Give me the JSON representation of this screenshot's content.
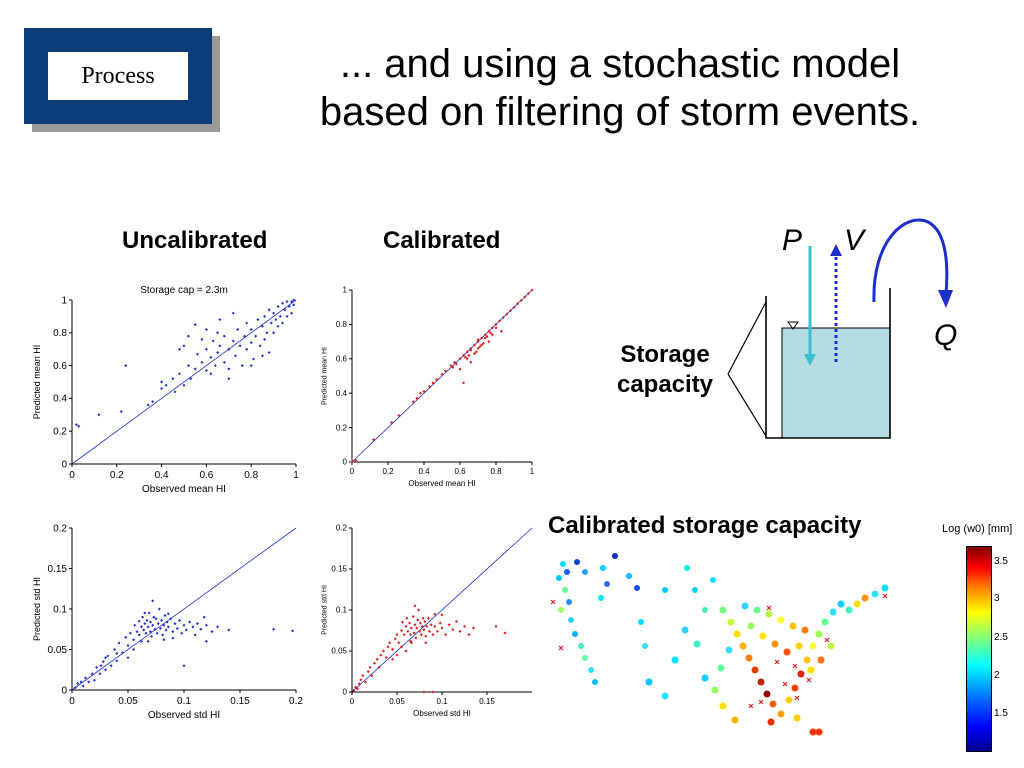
{
  "slide": {
    "process_label": "Process",
    "headline_line1": "... and using a stochastic model",
    "headline_line2": "based on filtering of storm events.",
    "uncalibrated_label": "Uncalibrated",
    "calibrated_label": "Calibrated",
    "storage_label_line1": "Storage",
    "storage_label_line2": "capacity",
    "map_title": "Calibrated storage capacity",
    "diagram": {
      "p_label": "P",
      "v_label": "V",
      "q_label": "Q"
    },
    "colorbar": {
      "title": "Log (w0) [mm]",
      "ticks": [
        "3.5",
        "3",
        "2.5",
        "2",
        "1.5"
      ]
    }
  },
  "chart_data": [
    {
      "id": "uncal-mean",
      "type": "scatter",
      "title": "Storage cap = 2.3m",
      "xlabel": "Observed mean HI",
      "ylabel": "Predicted mean HI",
      "xlim": [
        0,
        1
      ],
      "ylim": [
        0,
        1
      ],
      "xticks": [
        "0",
        "0.2",
        "0.4",
        "0.6",
        "0.8",
        "1"
      ],
      "yticks": [
        "0",
        "0.2",
        "0.4",
        "0.6",
        "0.8",
        "1"
      ],
      "color": "#1f2fd0",
      "points": [
        [
          0.02,
          0.24
        ],
        [
          0.03,
          0.23
        ],
        [
          0.12,
          0.3
        ],
        [
          0.22,
          0.32
        ],
        [
          0.24,
          0.6
        ],
        [
          0.34,
          0.36
        ],
        [
          0.36,
          0.38
        ],
        [
          0.4,
          0.46
        ],
        [
          0.42,
          0.48
        ],
        [
          0.45,
          0.52
        ],
        [
          0.46,
          0.44
        ],
        [
          0.48,
          0.55
        ],
        [
          0.5,
          0.48
        ],
        [
          0.52,
          0.6
        ],
        [
          0.53,
          0.52
        ],
        [
          0.55,
          0.58
        ],
        [
          0.56,
          0.67
        ],
        [
          0.58,
          0.62
        ],
        [
          0.6,
          0.57
        ],
        [
          0.6,
          0.7
        ],
        [
          0.62,
          0.65
        ],
        [
          0.63,
          0.75
        ],
        [
          0.64,
          0.6
        ],
        [
          0.65,
          0.68
        ],
        [
          0.66,
          0.72
        ],
        [
          0.68,
          0.62
        ],
        [
          0.68,
          0.78
        ],
        [
          0.7,
          0.7
        ],
        [
          0.7,
          0.58
        ],
        [
          0.72,
          0.75
        ],
        [
          0.73,
          0.66
        ],
        [
          0.74,
          0.82
        ],
        [
          0.75,
          0.72
        ],
        [
          0.76,
          0.6
        ],
        [
          0.77,
          0.78
        ],
        [
          0.78,
          0.7
        ],
        [
          0.78,
          0.86
        ],
        [
          0.8,
          0.74
        ],
        [
          0.8,
          0.82
        ],
        [
          0.81,
          0.64
        ],
        [
          0.82,
          0.78
        ],
        [
          0.83,
          0.88
        ],
        [
          0.84,
          0.72
        ],
        [
          0.85,
          0.84
        ],
        [
          0.86,
          0.9
        ],
        [
          0.86,
          0.76
        ],
        [
          0.87,
          0.8
        ],
        [
          0.88,
          0.94
        ],
        [
          0.88,
          0.68
        ],
        [
          0.89,
          0.86
        ],
        [
          0.9,
          0.92
        ],
        [
          0.9,
          0.8
        ],
        [
          0.91,
          0.88
        ],
        [
          0.92,
          0.96
        ],
        [
          0.92,
          0.84
        ],
        [
          0.93,
          0.9
        ],
        [
          0.94,
          0.98
        ],
        [
          0.94,
          0.86
        ],
        [
          0.95,
          0.94
        ],
        [
          0.96,
          0.99
        ],
        [
          0.96,
          0.9
        ],
        [
          0.97,
          0.96
        ],
        [
          0.98,
          0.99
        ],
        [
          0.98,
          0.92
        ],
        [
          0.99,
          0.97
        ],
        [
          0.99,
          1.0
        ],
        [
          0.6,
          0.82
        ],
        [
          0.55,
          0.85
        ],
        [
          0.52,
          0.78
        ],
        [
          0.66,
          0.88
        ],
        [
          0.72,
          0.92
        ],
        [
          0.5,
          0.72
        ],
        [
          0.48,
          0.7
        ],
        [
          0.4,
          0.5
        ],
        [
          0.62,
          0.55
        ],
        [
          0.7,
          0.52
        ],
        [
          0.8,
          0.6
        ],
        [
          0.85,
          0.66
        ],
        [
          0.58,
          0.76
        ],
        [
          0.65,
          0.8
        ]
      ]
    },
    {
      "id": "cal-mean",
      "type": "scatter",
      "title": "",
      "xlabel": "Observed mean HI",
      "ylabel": "Predicted mean HI",
      "xlim": [
        0,
        1
      ],
      "ylim": [
        0,
        1
      ],
      "xticks": [
        "0",
        "0.2",
        "0.4",
        "0.6",
        "0.8",
        "1"
      ],
      "yticks": [
        "0",
        "0.2",
        "0.4",
        "0.6",
        "0.8",
        "1"
      ],
      "color": "#e01818",
      "points": [
        [
          0.0,
          0.0
        ],
        [
          0.02,
          0.01
        ],
        [
          0.12,
          0.13
        ],
        [
          0.22,
          0.23
        ],
        [
          0.26,
          0.27
        ],
        [
          0.34,
          0.35
        ],
        [
          0.36,
          0.37
        ],
        [
          0.38,
          0.4
        ],
        [
          0.4,
          0.41
        ],
        [
          0.43,
          0.44
        ],
        [
          0.45,
          0.46
        ],
        [
          0.47,
          0.48
        ],
        [
          0.5,
          0.51
        ],
        [
          0.52,
          0.53
        ],
        [
          0.55,
          0.56
        ],
        [
          0.57,
          0.58
        ],
        [
          0.6,
          0.6
        ],
        [
          0.62,
          0.62
        ],
        [
          0.64,
          0.64
        ],
        [
          0.66,
          0.66
        ],
        [
          0.68,
          0.68
        ],
        [
          0.7,
          0.7
        ],
        [
          0.72,
          0.72
        ],
        [
          0.74,
          0.74
        ],
        [
          0.76,
          0.76
        ],
        [
          0.78,
          0.78
        ],
        [
          0.8,
          0.8
        ],
        [
          0.82,
          0.82
        ],
        [
          0.84,
          0.84
        ],
        [
          0.86,
          0.86
        ],
        [
          0.88,
          0.88
        ],
        [
          0.9,
          0.9
        ],
        [
          0.92,
          0.92
        ],
        [
          0.94,
          0.94
        ],
        [
          0.96,
          0.96
        ],
        [
          0.98,
          0.98
        ],
        [
          1.0,
          1.0
        ],
        [
          0.6,
          0.54
        ],
        [
          0.62,
          0.46
        ],
        [
          0.64,
          0.6
        ],
        [
          0.66,
          0.58
        ],
        [
          0.68,
          0.63
        ],
        [
          0.7,
          0.66
        ],
        [
          0.72,
          0.68
        ],
        [
          0.74,
          0.72
        ],
        [
          0.76,
          0.7
        ],
        [
          0.78,
          0.74
        ],
        [
          0.8,
          0.78
        ],
        [
          0.83,
          0.76
        ],
        [
          0.65,
          0.62
        ],
        [
          0.7,
          0.71
        ],
        [
          0.75,
          0.73
        ],
        [
          0.69,
          0.64
        ],
        [
          0.73,
          0.69
        ],
        [
          0.77,
          0.75
        ],
        [
          0.56,
          0.55
        ],
        [
          0.58,
          0.57
        ],
        [
          0.63,
          0.61
        ],
        [
          0.66,
          0.65
        ],
        [
          0.71,
          0.67
        ]
      ]
    },
    {
      "id": "uncal-std",
      "type": "scatter",
      "title": "",
      "xlabel": "Observed std HI",
      "ylabel": "Predicted std HI",
      "xlim": [
        0,
        0.2
      ],
      "ylim": [
        0,
        0.2
      ],
      "xticks": [
        "0",
        "0.05",
        "0.1",
        "0.15",
        "0.2"
      ],
      "yticks": [
        "0",
        "0.05",
        "0.1",
        "0.15",
        "0.2"
      ],
      "color": "#1f2fd0",
      "points": [
        [
          0.003,
          0.003
        ],
        [
          0.005,
          0.008
        ],
        [
          0.008,
          0.01
        ],
        [
          0.01,
          0.005
        ],
        [
          0.012,
          0.015
        ],
        [
          0.015,
          0.01
        ],
        [
          0.018,
          0.02
        ],
        [
          0.02,
          0.012
        ],
        [
          0.022,
          0.028
        ],
        [
          0.025,
          0.02
        ],
        [
          0.028,
          0.035
        ],
        [
          0.03,
          0.025
        ],
        [
          0.032,
          0.042
        ],
        [
          0.035,
          0.03
        ],
        [
          0.038,
          0.05
        ],
        [
          0.04,
          0.036
        ],
        [
          0.042,
          0.058
        ],
        [
          0.045,
          0.046
        ],
        [
          0.048,
          0.065
        ],
        [
          0.05,
          0.055
        ],
        [
          0.052,
          0.07
        ],
        [
          0.055,
          0.062
        ],
        [
          0.056,
          0.08
        ],
        [
          0.058,
          0.072
        ],
        [
          0.06,
          0.085
        ],
        [
          0.06,
          0.068
        ],
        [
          0.062,
          0.078
        ],
        [
          0.063,
          0.09
        ],
        [
          0.064,
          0.074
        ],
        [
          0.065,
          0.082
        ],
        [
          0.066,
          0.07
        ],
        [
          0.067,
          0.086
        ],
        [
          0.068,
          0.078
        ],
        [
          0.069,
          0.095
        ],
        [
          0.07,
          0.072
        ],
        [
          0.07,
          0.084
        ],
        [
          0.071,
          0.066
        ],
        [
          0.072,
          0.08
        ],
        [
          0.073,
          0.09
        ],
        [
          0.074,
          0.075
        ],
        [
          0.075,
          0.088
        ],
        [
          0.076,
          0.07
        ],
        [
          0.077,
          0.082
        ],
        [
          0.078,
          0.1
        ],
        [
          0.079,
          0.076
        ],
        [
          0.08,
          0.086
        ],
        [
          0.081,
          0.068
        ],
        [
          0.082,
          0.08
        ],
        [
          0.083,
          0.092
        ],
        [
          0.084,
          0.074
        ],
        [
          0.085,
          0.084
        ],
        [
          0.086,
          0.078
        ],
        [
          0.088,
          0.088
        ],
        [
          0.09,
          0.072
        ],
        [
          0.092,
          0.082
        ],
        [
          0.094,
          0.076
        ],
        [
          0.096,
          0.086
        ],
        [
          0.098,
          0.07
        ],
        [
          0.1,
          0.08
        ],
        [
          0.102,
          0.074
        ],
        [
          0.105,
          0.084
        ],
        [
          0.108,
          0.078
        ],
        [
          0.11,
          0.068
        ],
        [
          0.112,
          0.082
        ],
        [
          0.115,
          0.075
        ],
        [
          0.12,
          0.08
        ],
        [
          0.125,
          0.072
        ],
        [
          0.13,
          0.078
        ],
        [
          0.09,
          0.064
        ],
        [
          0.065,
          0.095
        ],
        [
          0.072,
          0.11
        ],
        [
          0.068,
          0.06
        ],
        [
          0.062,
          0.06
        ],
        [
          0.082,
          0.062
        ],
        [
          0.086,
          0.094
        ],
        [
          0.12,
          0.06
        ],
        [
          0.14,
          0.074
        ],
        [
          0.118,
          0.09
        ],
        [
          0.18,
          0.075
        ],
        [
          0.197,
          0.073
        ],
        [
          0.1,
          0.03
        ],
        [
          0.05,
          0.04
        ],
        [
          0.04,
          0.045
        ],
        [
          0.03,
          0.04
        ],
        [
          0.026,
          0.03
        ],
        [
          0.055,
          0.05
        ]
      ]
    },
    {
      "id": "cal-std",
      "type": "scatter",
      "title": "",
      "xlabel": "Observed std HI",
      "ylabel": "Predicted std HI",
      "xlim": [
        0,
        0.2
      ],
      "ylim": [
        0,
        0.2
      ],
      "xticks": [
        "0",
        "0.05",
        "0.1",
        "0.15"
      ],
      "yticks": [
        "0",
        "0.05",
        "0.1",
        "0.15",
        "0.2"
      ],
      "color": "#e01818",
      "points": [
        [
          0.002,
          0.002
        ],
        [
          0.004,
          0.006
        ],
        [
          0.006,
          0.004
        ],
        [
          0.008,
          0.01
        ],
        [
          0.01,
          0.015
        ],
        [
          0.012,
          0.02
        ],
        [
          0.015,
          0.012
        ],
        [
          0.018,
          0.025
        ],
        [
          0.02,
          0.03
        ],
        [
          0.022,
          0.02
        ],
        [
          0.025,
          0.035
        ],
        [
          0.028,
          0.04
        ],
        [
          0.03,
          0.03
        ],
        [
          0.032,
          0.045
        ],
        [
          0.035,
          0.05
        ],
        [
          0.038,
          0.042
        ],
        [
          0.04,
          0.055
        ],
        [
          0.042,
          0.06
        ],
        [
          0.045,
          0.052
        ],
        [
          0.048,
          0.065
        ],
        [
          0.05,
          0.07
        ],
        [
          0.052,
          0.06
        ],
        [
          0.055,
          0.075
        ],
        [
          0.056,
          0.085
        ],
        [
          0.058,
          0.07
        ],
        [
          0.06,
          0.08
        ],
        [
          0.061,
          0.09
        ],
        [
          0.062,
          0.074
        ],
        [
          0.064,
          0.084
        ],
        [
          0.065,
          0.07
        ],
        [
          0.066,
          0.078
        ],
        [
          0.068,
          0.092
        ],
        [
          0.069,
          0.072
        ],
        [
          0.07,
          0.082
        ],
        [
          0.071,
          0.066
        ],
        [
          0.072,
          0.078
        ],
        [
          0.073,
          0.088
        ],
        [
          0.074,
          0.1
        ],
        [
          0.075,
          0.074
        ],
        [
          0.076,
          0.084
        ],
        [
          0.077,
          0.07
        ],
        [
          0.078,
          0.08
        ],
        [
          0.079,
          0.09
        ],
        [
          0.08,
          0.076
        ],
        [
          0.081,
          0.086
        ],
        [
          0.082,
          0.068
        ],
        [
          0.083,
          0.08
        ],
        [
          0.085,
          0.09
        ],
        [
          0.086,
          0.074
        ],
        [
          0.088,
          0.082
        ],
        [
          0.09,
          0.07
        ],
        [
          0.092,
          0.08
        ],
        [
          0.095,
          0.074
        ],
        [
          0.098,
          0.084
        ],
        [
          0.1,
          0.078
        ],
        [
          0.104,
          0.07
        ],
        [
          0.108,
          0.082
        ],
        [
          0.112,
          0.076
        ],
        [
          0.116,
          0.086
        ],
        [
          0.12,
          0.074
        ],
        [
          0.125,
          0.08
        ],
        [
          0.13,
          0.07
        ],
        [
          0.135,
          0.078
        ],
        [
          0.07,
          0.105
        ],
        [
          0.066,
          0.06
        ],
        [
          0.082,
          0.06
        ],
        [
          0.092,
          0.095
        ],
        [
          0.16,
          0.08
        ],
        [
          0.17,
          0.072
        ],
        [
          0.06,
          0.05
        ],
        [
          0.05,
          0.045
        ],
        [
          0.055,
          0.055
        ],
        [
          0.045,
          0.04
        ],
        [
          0.065,
          0.062
        ],
        [
          0.1,
          0.094
        ],
        [
          0.09,
          0.0
        ],
        [
          0.08,
          0.0
        ]
      ]
    }
  ]
}
